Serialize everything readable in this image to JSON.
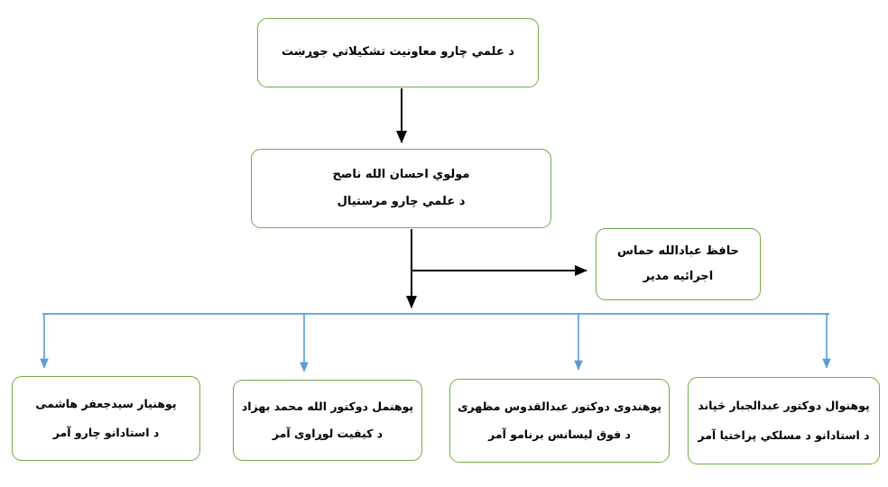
{
  "page": {
    "background": "#ffffff"
  },
  "colors": {
    "box_border_green": "#70AD47",
    "connector_black": "#000000",
    "connector_blue": "#5B9BD5",
    "text": "#000000"
  },
  "org_chart": {
    "root": {
      "title": "د علمي چارو معاونیت تشکیلاتي جوړښت"
    },
    "deputy": {
      "name": "مولوي احسان الله ناصح",
      "role": "د علمي چارو مرستیال"
    },
    "executive": {
      "name": "حافظ عبادالله حماس",
      "role": "اجرائیه مدیر"
    },
    "departments": [
      {
        "name": "پوهنیار سیدجعفر هاشمی",
        "role": "د استادانو چارو آمر"
      },
      {
        "name": "پوهنمل دوکتور الله محمد بهزاد",
        "role": "د کیفیت لوړاوی آمر"
      },
      {
        "name": "پوهندوی دوکتور عبدالقدوس مظهری",
        "role": "د فوق لیسانس برنامو آمر"
      },
      {
        "name": "پوهنوال دوکتور عبدالجبار څپاند",
        "role": "د استادانو د مسلکي پراختیا آمر"
      }
    ]
  }
}
